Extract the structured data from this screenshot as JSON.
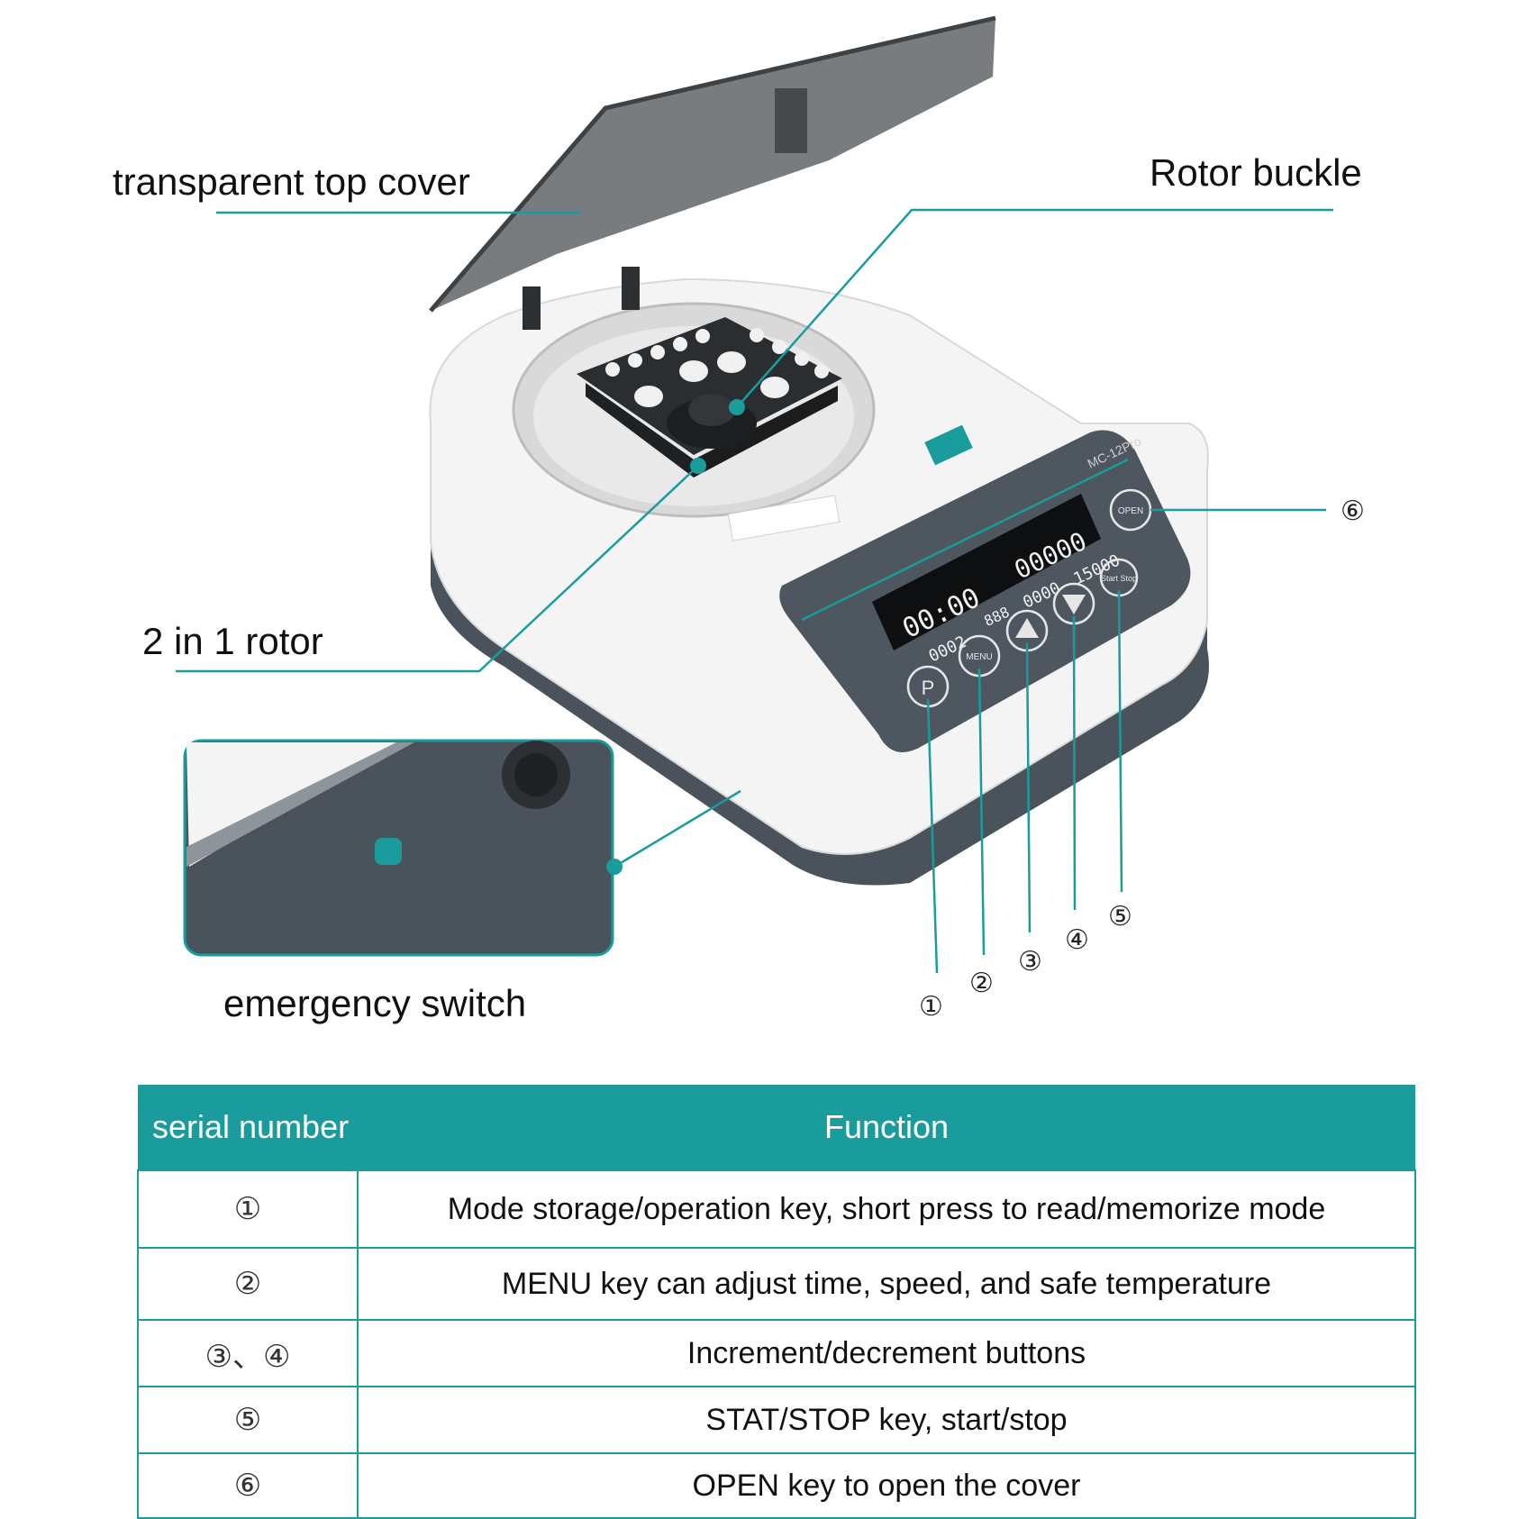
{
  "callouts": {
    "top_cover": "transparent top cover",
    "rotor_buckle": "Rotor buckle",
    "rotor": "2 in 1 rotor",
    "emergency_switch": "emergency switch"
  },
  "device": {
    "model": "MC-12Pro",
    "display_time": "00:00",
    "display_speed": "00000",
    "display_sub_left": "0002",
    "display_sub_mid": "0000",
    "display_max": "15000",
    "display_temp": "888",
    "button_p": "P",
    "button_menu": "MENU",
    "button_start": "Start Stop",
    "button_open": "OPEN"
  },
  "markers": [
    "①",
    "②",
    "③",
    "④",
    "⑤",
    "⑥"
  ],
  "table": {
    "header_serial": "serial number",
    "header_function": "Function",
    "rows": [
      {
        "serial": "①",
        "function": "Mode storage/operation key, short press to read/memorize mode"
      },
      {
        "serial": "②",
        "function": "MENU key can adjust time, speed, and safe temperature"
      },
      {
        "serial": "③、④",
        "function": "Increment/decrement buttons"
      },
      {
        "serial": "⑤",
        "function": "STAT/STOP key, start/stop"
      },
      {
        "serial": "⑥",
        "function": "OPEN key to open the cover"
      }
    ]
  },
  "colors": {
    "accent": "#1a9c9c",
    "body": "#f4f4f4",
    "base": "#4a535b",
    "panel": "#4e5760",
    "lid": "#6e7173"
  }
}
